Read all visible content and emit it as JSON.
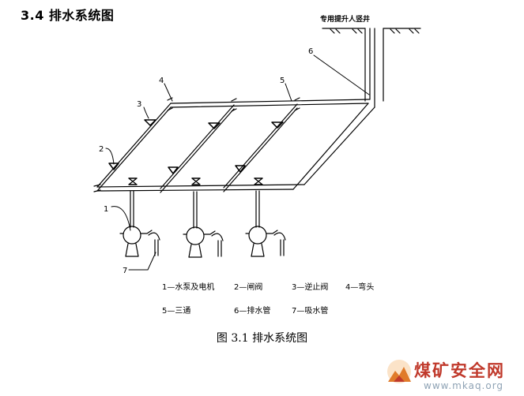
{
  "section_title": "3.4 排水系统图",
  "diagram": {
    "shaft_label": "专用提升人竖井",
    "callouts": [
      "1",
      "2",
      "3",
      "4",
      "5",
      "6",
      "7"
    ],
    "legend": [
      "1—水泵及电机",
      "2—闸阀",
      "3—逆止阀",
      "4—弯头",
      "5—三通",
      "6—排水管",
      "7—吸水管"
    ]
  },
  "caption": "图 3.1  排水系统图",
  "watermark": {
    "title": "煤矿安全网",
    "url": "www.mkaq.org"
  }
}
